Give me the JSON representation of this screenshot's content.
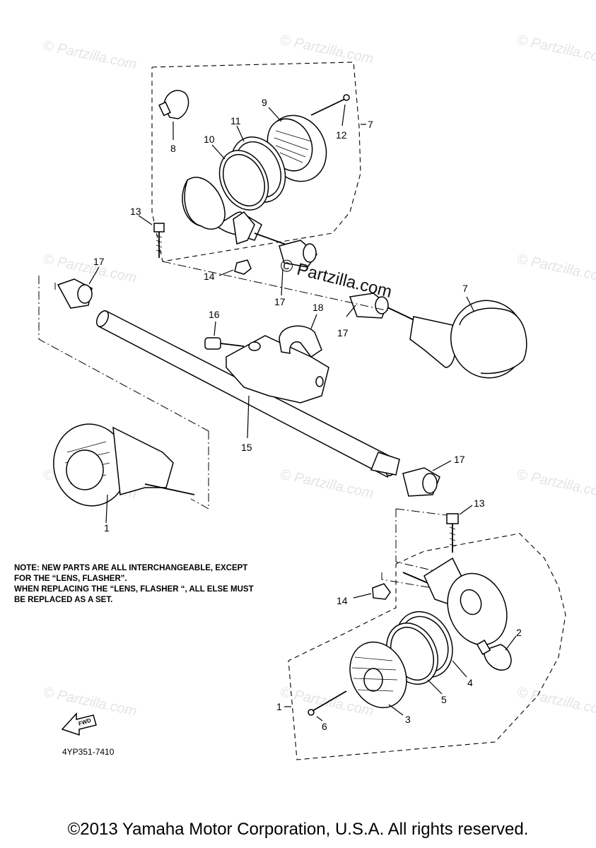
{
  "watermarks": [
    "© Partzilla.com",
    "© Partzilla.com",
    "© Partzilla.com",
    "© Partzilla.com",
    "© Partzilla.com",
    "© Partzilla.com",
    "© Partzilla.com",
    "© Partzilla.com",
    "© Partzilla.com",
    "© Partzilla.com",
    "© Partzilla.com"
  ],
  "center_watermark": "© Partzilla.com",
  "callouts": {
    "c8": "8",
    "c9": "9",
    "c11": "11",
    "c10": "10",
    "c12": "12",
    "c7a": "7",
    "c13a": "13",
    "c14a": "14",
    "c17a": "17",
    "c17b": "17",
    "c17c": "17",
    "c7b": "7",
    "c16": "16",
    "c18": "18",
    "c15": "15",
    "c17d": "17",
    "c1a": "1",
    "c13b": "13",
    "c14b": "14",
    "c2": "2",
    "c4": "4",
    "c5": "5",
    "c3": "3",
    "c6": "6",
    "c1b": "1"
  },
  "note": {
    "lines": [
      "NOTE: NEW PARTS ARE ALL INTERCHANGEABLE, EXCEPT",
      "FOR THE “LENS, FLASHER”.",
      "WHEN REPLACING THE “LENS, FLASHER “, ALL ELSE MUST",
      "BE REPLACED AS A SET."
    ]
  },
  "fwd_label": "FWD",
  "diagram_code": "4YP351-7410",
  "copyright": "©2013 Yamaha Motor Corporation, U.S.A. All rights reserved."
}
